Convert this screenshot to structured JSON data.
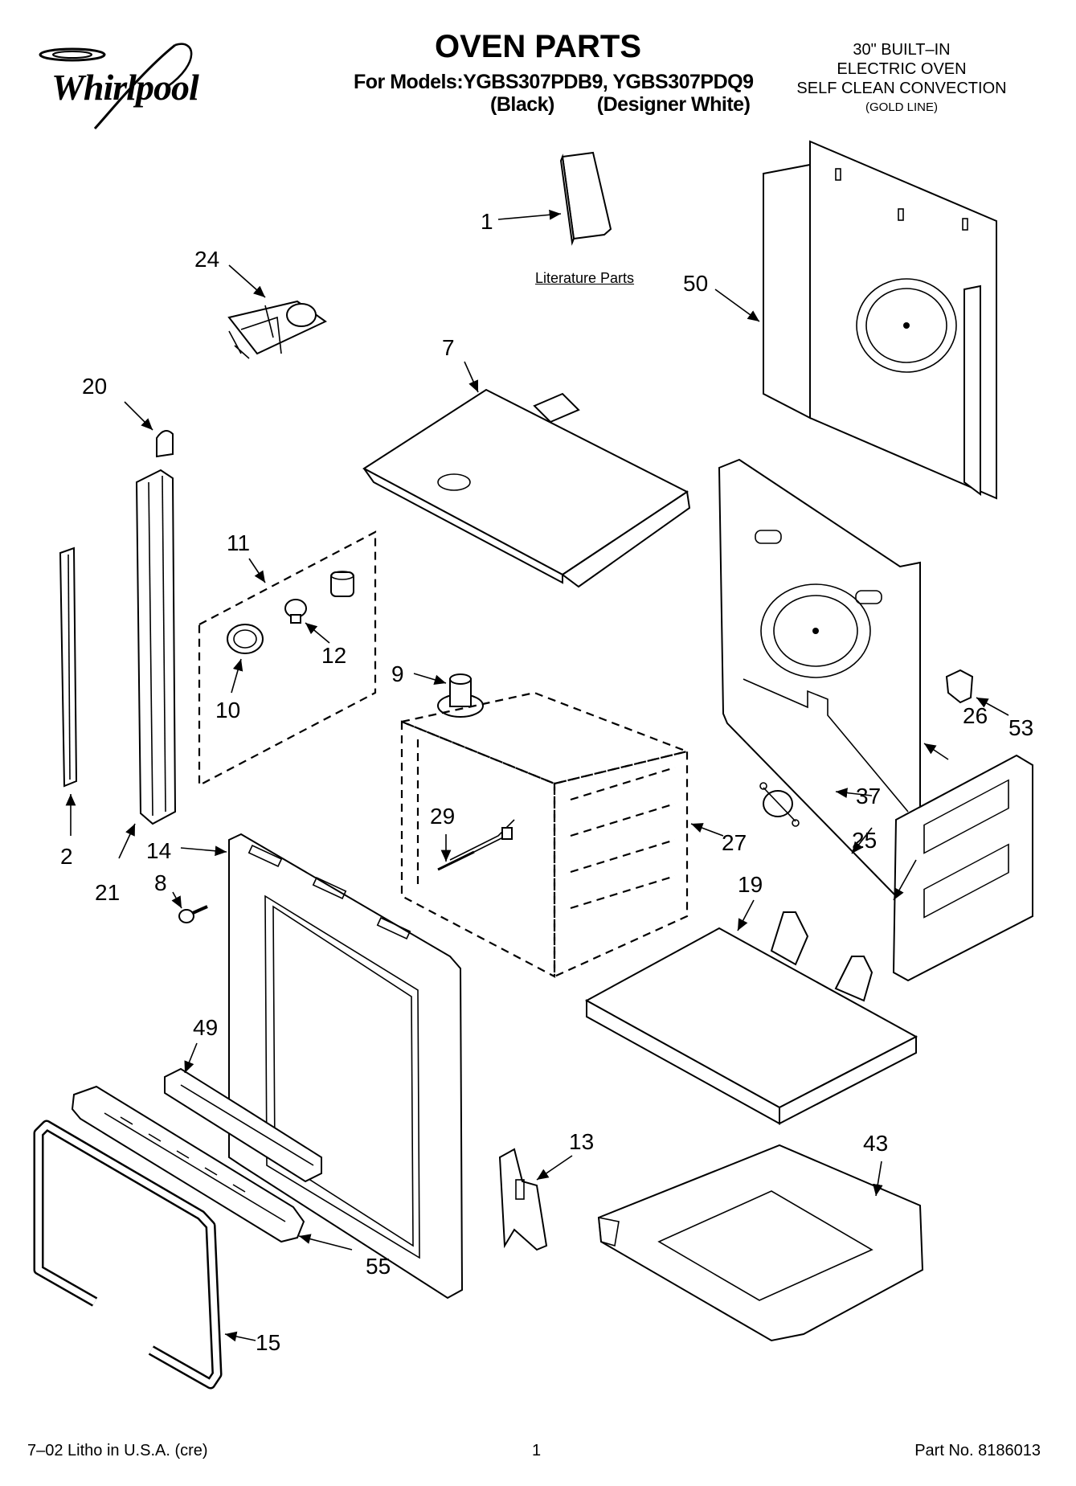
{
  "header": {
    "brand": "Whirlpool",
    "title": "OVEN PARTS",
    "models_line": "For Models:YGBS307PDB9, YGBS307PDQ9",
    "variant_black": "(Black)",
    "variant_white": "(Designer White)",
    "spec_line_1": "30\" BUILT–IN",
    "spec_line_2": "ELECTRIC OVEN",
    "spec_line_3": "SELF CLEAN CONVECTION",
    "spec_line_4": "(GOLD LINE)"
  },
  "labels": {
    "literature_parts": "Literature Parts"
  },
  "callouts": {
    "c1": "1",
    "c2": "2",
    "c7": "7",
    "c8": "8",
    "c9": "9",
    "c10": "10",
    "c11": "11",
    "c12": "12",
    "c13": "13",
    "c14": "14",
    "c15": "15",
    "c19": "19",
    "c20": "20",
    "c21": "21",
    "c24": "24",
    "c25": "25",
    "c26": "26",
    "c27": "27",
    "c29": "29",
    "c37": "37",
    "c43": "43",
    "c49": "49",
    "c50": "50",
    "c53": "53",
    "c55": "55"
  },
  "footer": {
    "print_info": "7–02 Litho in U.S.A. (cre)",
    "page_number": "1",
    "part_number": "Part No. 8186013"
  }
}
